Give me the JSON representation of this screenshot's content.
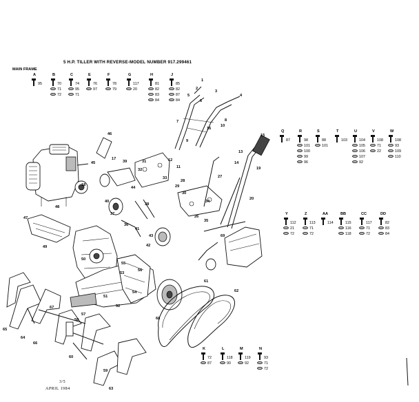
{
  "header": {
    "title": "5 H.P. TILLER WITH REVERSE-MODEL NUMBER 917.299461",
    "section": "MAIN FRAME"
  },
  "footer": {
    "page": "3/5",
    "date": "APRIL 1984"
  },
  "top_hardware": [
    {
      "letter": "A",
      "parts": [
        "95"
      ]
    },
    {
      "letter": "B",
      "parts": [
        "70",
        "71",
        "72"
      ]
    },
    {
      "letter": "C",
      "parts": [
        "74",
        "95",
        "71"
      ]
    },
    {
      "letter": "E",
      "parts": [
        "76",
        "97"
      ]
    },
    {
      "letter": "F",
      "parts": [
        "78",
        "79"
      ]
    },
    {
      "letter": "G",
      "parts": [
        "117",
        "20"
      ]
    },
    {
      "letter": "H",
      "parts": [
        "81",
        "82",
        "83",
        "84"
      ]
    },
    {
      "letter": "J",
      "parts": [
        "85",
        "82",
        "87",
        "84"
      ]
    }
  ],
  "right_hardware": [
    {
      "letter": "Q",
      "parts": [
        "87"
      ]
    },
    {
      "letter": "R",
      "parts": [
        "98",
        "101",
        "100",
        "99",
        "96"
      ]
    },
    {
      "letter": "S",
      "parts": [
        "88",
        "101"
      ]
    },
    {
      "letter": "T",
      "parts": [
        "103"
      ]
    },
    {
      "letter": "U",
      "parts": [
        "104",
        "105",
        "106",
        "107",
        "92"
      ]
    },
    {
      "letter": "V",
      "parts": [
        "108",
        "71",
        "22"
      ]
    },
    {
      "letter": "W",
      "parts": [
        "108",
        "93",
        "109",
        "110"
      ]
    }
  ],
  "mid_hardware": [
    {
      "letter": "Y",
      "parts": [
        "112",
        "21",
        "72"
      ]
    },
    {
      "letter": "Z",
      "parts": [
        "113",
        "71",
        "72"
      ]
    },
    {
      "letter": "AA",
      "parts": [
        "114"
      ]
    },
    {
      "letter": "BB",
      "parts": [
        "115",
        "116",
        "118"
      ]
    },
    {
      "letter": "CC",
      "parts": [
        "117",
        "71",
        "72"
      ]
    },
    {
      "letter": "DD",
      "parts": [
        "82",
        "83",
        "84"
      ]
    }
  ],
  "bottom_hardware": [
    {
      "letter": "K",
      "parts": [
        "72",
        "87"
      ]
    },
    {
      "letter": "L",
      "parts": [
        "118",
        "90"
      ]
    },
    {
      "letter": "M",
      "parts": [
        "119",
        "92"
      ]
    },
    {
      "letter": "N",
      "parts": [
        "93",
        "71",
        "72"
      ]
    }
  ],
  "callouts": [
    "1",
    "2",
    "3",
    "4",
    "5",
    "6",
    "7",
    "8",
    "9",
    "10",
    "11",
    "12",
    "13",
    "14",
    "15",
    "16",
    "17",
    "18",
    "19",
    "20",
    "26",
    "27",
    "28",
    "29",
    "30",
    "31",
    "32",
    "33",
    "34",
    "35",
    "36",
    "37",
    "38",
    "39",
    "40",
    "41",
    "42",
    "43",
    "44",
    "45",
    "46",
    "47",
    "48",
    "49",
    "50",
    "51",
    "52",
    "53",
    "54",
    "55",
    "56",
    "57",
    "58",
    "59",
    "60",
    "61",
    "62",
    "63",
    "64",
    "65",
    "66",
    "67",
    "68",
    "69"
  ]
}
